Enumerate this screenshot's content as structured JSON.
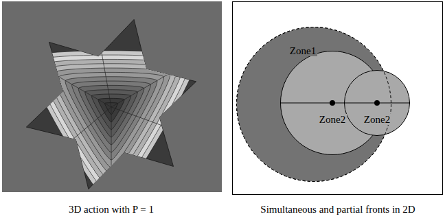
{
  "diagram": {
    "nodes": [
      {
        "text": [
          "Zone1"
        ]
      },
      {
        "text": [
          "Zone2"
        ],
        "in": 0
      },
      {
        "text": [
          "Zone2"
        ]
      }
    ],
    "labels": [
      "3D action with P = 1",
      "Simultaneous and partial fronts in 2D"
    ]
  }
}
